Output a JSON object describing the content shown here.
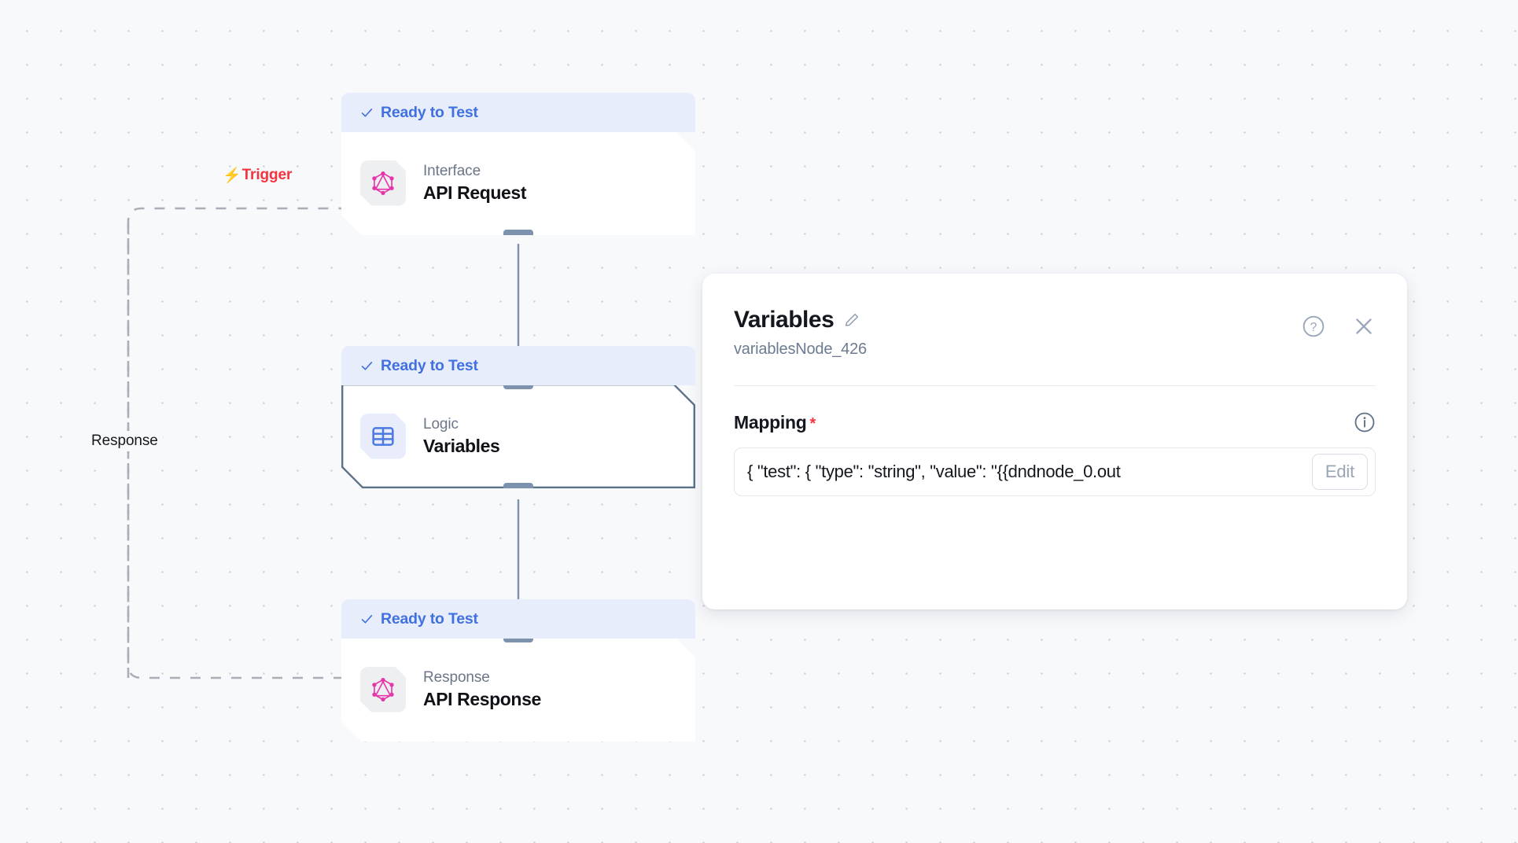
{
  "canvas": {
    "background_color": "#f8f9fb",
    "dot_color": "#c3c7d1"
  },
  "edges": {
    "trigger_label": "Trigger",
    "trigger_icon": "lightning-bolt-icon",
    "trigger_color": "#f5333f",
    "response_label": "Response",
    "response_color": "#16181d",
    "style": "dashed"
  },
  "nodes": [
    {
      "status": "Ready to Test",
      "status_icon": "check-icon",
      "kind": "Interface",
      "title": "API Request",
      "icon": "graphql-icon",
      "icon_color": "#e535ab",
      "selected": false
    },
    {
      "status": "Ready to Test",
      "status_icon": "check-icon",
      "kind": "Logic",
      "title": "Variables",
      "icon": "table-grid-icon",
      "icon_color": "#4c7ae0",
      "selected": true
    },
    {
      "status": "Ready to Test",
      "status_icon": "check-icon",
      "kind": "Response",
      "title": "API Response",
      "icon": "graphql-icon",
      "icon_color": "#e535ab",
      "selected": false
    }
  ],
  "panel": {
    "title": "Variables",
    "edit_title_icon": "pencil-icon",
    "subtitle": "variablesNode_426",
    "help_icon": "help-circle-icon",
    "close_icon": "close-icon",
    "field": {
      "label": "Mapping",
      "required_marker": "*",
      "info_icon": "info-circle-icon",
      "value": "{  \"test\": {    \"type\": \"string\",    \"value\": \"{{dndnode_0.out",
      "edit_button": "Edit"
    }
  }
}
